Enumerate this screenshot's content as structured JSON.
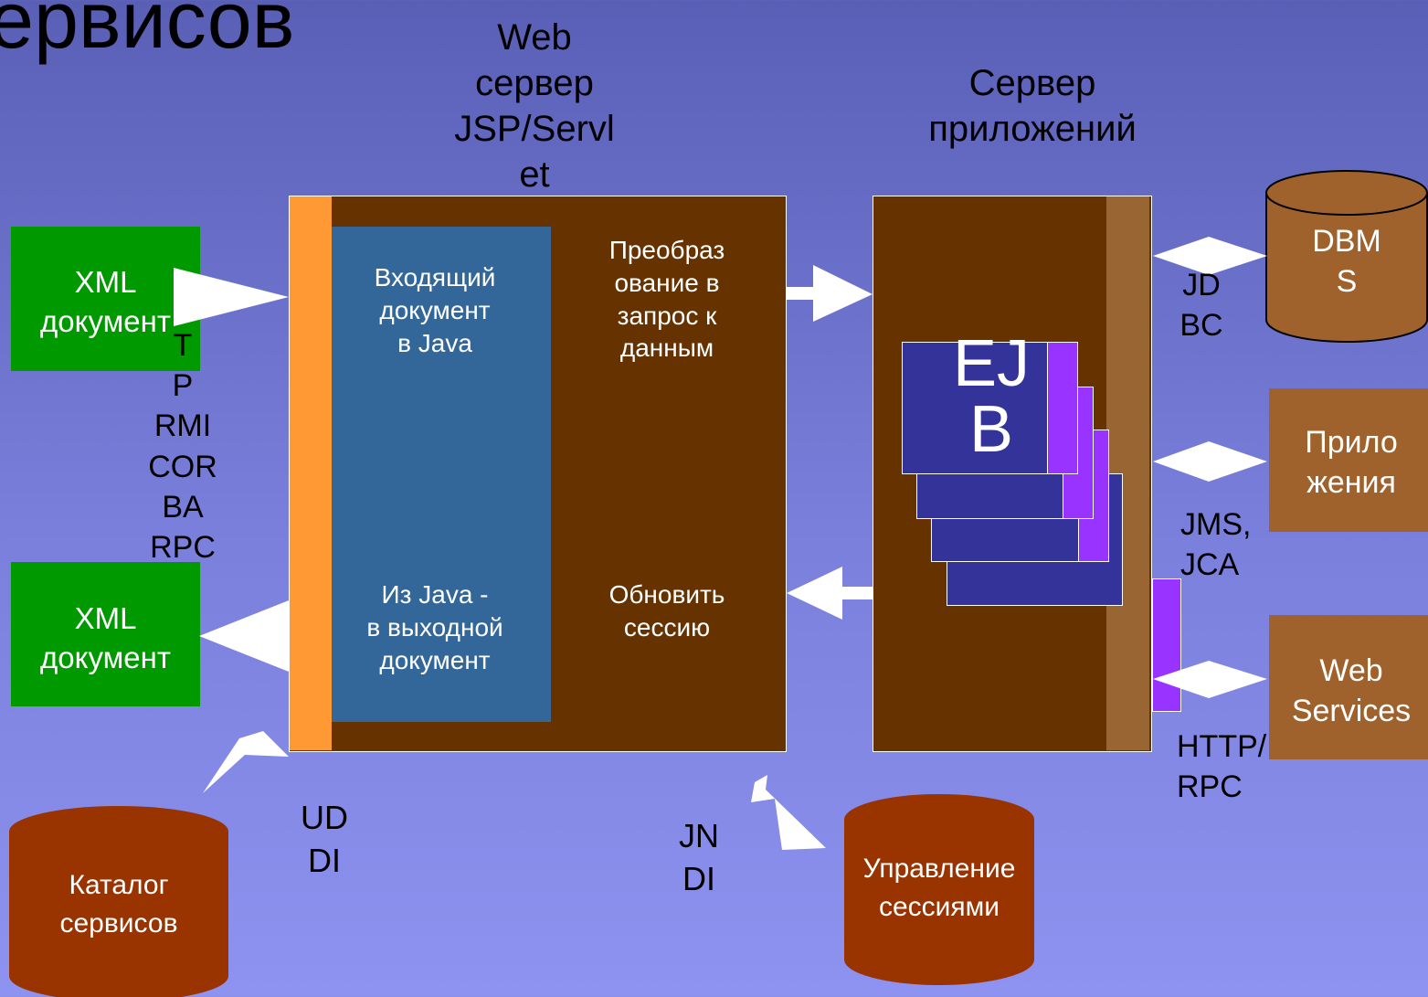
{
  "title_fragment": "ервисов",
  "labels": {
    "web_server": "Web\nсервер\nJSP/Servl\net",
    "app_server": "Сервер\nприложений",
    "xml_doc_in": "XML\nдокумент",
    "xml_doc_out": "XML\nдокумент",
    "input_doc": "Входящий\nдокумент\nв Java",
    "output_doc": "Из Java -\nв выходной\nдокумент",
    "transform": "Преобраз\nование в\nзапрос к\nданным",
    "update_session": "Обновить\nсессию",
    "ejb": "EJ\nB",
    "dbms": "DBM\nS",
    "apps": "Прило\nжения",
    "web_services": "Web\nServices",
    "jdbc": "JD\nBC",
    "jms_jca": "JMS,\nJCA",
    "http_rpc": "HTTP/\nRPC",
    "protocols": "T\nP\nRMI\nCOR\nBA\nRPC",
    "uddi": "UD\nDI",
    "jndi": "JN\nDI",
    "catalog": "Каталог\nсервисов",
    "session_mgmt": "Управление\nсессиями"
  },
  "colors": {
    "background_top": "#5a5fb6",
    "background_bottom": "#8e92f0",
    "server_box": "#663300",
    "orange_bar": "#ff9933",
    "java_panel": "#336699",
    "adapter_bar": "#996633",
    "xml_box": "#009900",
    "ejb_card": "#333399",
    "ejb_accent": "#9933ff",
    "db_brown": "#a0622d",
    "db_red": "#993300"
  }
}
